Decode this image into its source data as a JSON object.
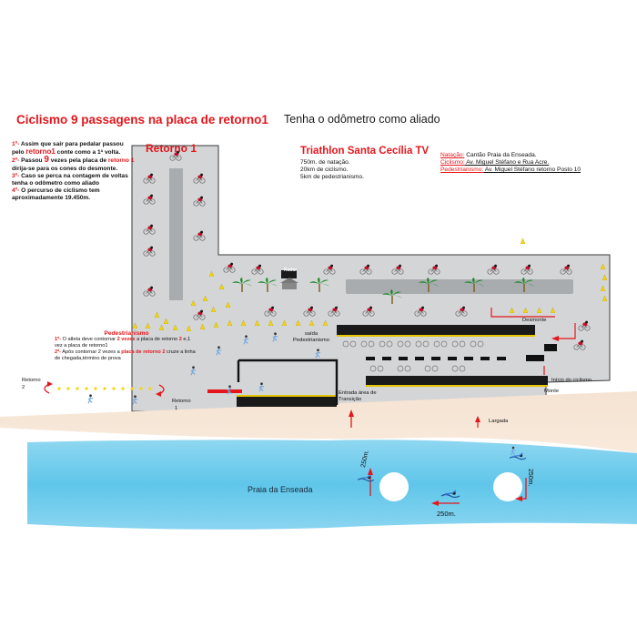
{
  "header": {
    "title": "Ciclismo 9 passagens na placa de retorno1",
    "subtitle": "Tenha o odômetro como aliado"
  },
  "instructions": [
    {
      "num": "1º-",
      "parts": [
        " Assim que sair para pedalar passou pelo ",
        "retorno1",
        " conte como a 1ª volta."
      ]
    },
    {
      "num": "2º-",
      "parts": [
        " Passou ",
        "9",
        " vezes pela placa de ",
        "retorno 1",
        " dirija-se para os cones do desmonte."
      ]
    },
    {
      "num": "3º-",
      "parts": [
        " Caso se perca na contagem de voltas tenha o odômetro como aliado"
      ]
    },
    {
      "num": "4º-",
      "parts": [
        " O percurso de ciclismo tem aproximadamente 19.450m."
      ]
    }
  ],
  "event": {
    "title": "Triathlon Santa Cecília TV",
    "lines": [
      "750m. de natação.",
      "20km de ciclismo.",
      "5km de pedestrianismo."
    ]
  },
  "venues": [
    {
      "label": "Natação:",
      "value": " Cantão Praia da Enseada."
    },
    {
      "label": "Ciclismo:",
      "value": "  Av. Miguel Stéfano e Rua Acre."
    },
    {
      "label": "Pedestrianismo:",
      "value": " Av. Miguel Stéfano retorno Posto 10"
    }
  ],
  "pedestrianismo": {
    "title": "Pedestrianismo",
    "rules": [
      {
        "num": "1º-",
        "parts": [
          " O atleta deve contornar ",
          "2 vezes",
          " a placa de retorno ",
          "2",
          " e,1 vez a placa de retorno1"
        ]
      },
      {
        "num": "2º-",
        "parts": [
          " Após contornar 2 vezes a ",
          "placa de retorno 2",
          " cruze a linha de chegada,término de prova"
        ]
      }
    ]
  },
  "labels": {
    "retorno1_big": "Retorno 1",
    "radar": "Radar",
    "desmonte": "Desmonte",
    "saida_ped": "saída Pedestrianismo",
    "entrada": "Entrada área de Transição",
    "inicio": "Início do ciclismo",
    "monte": "Monte",
    "retorno2": "Retorno",
    "retorno2_num": "2",
    "retorno1_small": "Retorno",
    "retorno1_small_num": "1",
    "largada": "Largada",
    "praia": "Praia da Enseada",
    "dist_a": "250m.",
    "dist_b": "250m.",
    "dist_c": "250m."
  },
  "colors": {
    "accent_red": "#e4161b",
    "road_gray": "#d4d5d7",
    "median_gray": "#a9acae",
    "sea": "#64c9ec",
    "sand": "#f3dcc4",
    "cone": "#f4d60b"
  }
}
